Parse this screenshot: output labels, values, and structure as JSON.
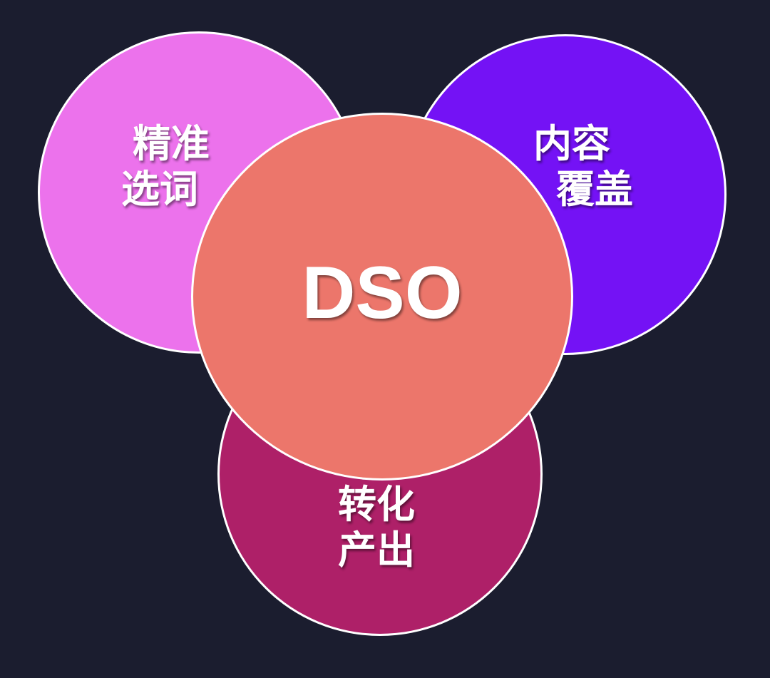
{
  "diagram": {
    "left": {
      "line1": "精准",
      "line2": "选词",
      "color": "#ec72ec"
    },
    "right": {
      "line1": "内容",
      "line2": "覆盖",
      "color": "#7412f5"
    },
    "bottom": {
      "line1": "转化",
      "line2": "产出",
      "color": "#ae2068"
    },
    "center": {
      "label": "DSO",
      "color": "#ec766b"
    }
  }
}
